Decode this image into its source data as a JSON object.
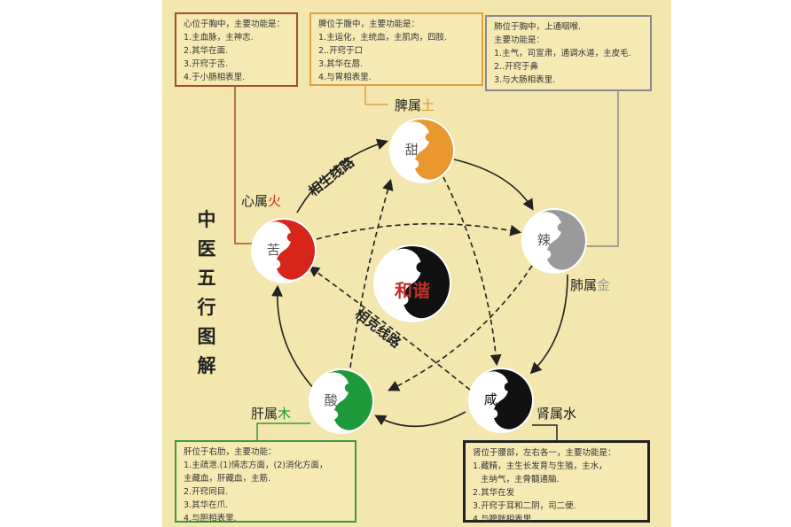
{
  "title": "中医五行图解",
  "center": {
    "label": "和谐",
    "color": "#c0302a"
  },
  "paths": {
    "generating": "相生线路",
    "restraining": "相克线路"
  },
  "organs": [
    {
      "id": "spleen",
      "name": "脾属",
      "element": "土",
      "taste": "甜",
      "color": "#e8982e",
      "border": "#e0a040",
      "text": "脾位于腹中，主要功能是：\n1.主运化，主统血，主肌肉，四肢.\n2..开窍于口\n3.其华在唇.\n4.与胃相表里."
    },
    {
      "id": "heart",
      "name": "心属",
      "element": "火",
      "taste": "苦",
      "color": "#d8251c",
      "border": "#a0502a",
      "text": "心位于胸中，主要功能是：\n1.主血脉，主神志.\n2.其华在面.\n3.开窍于舌.\n4.于小肠相表里."
    },
    {
      "id": "lung",
      "name": "肺属",
      "element": "金",
      "taste": "辣",
      "color": "#9a9a9a",
      "border": "#8a8a8a",
      "text": "肺位于胸中，上通咽喉.\n主要功能是：\n1.主气，司宣肃，通调水道，主皮毛.\n2..开窍于鼻\n3.与大肠相表里."
    },
    {
      "id": "liver",
      "name": "肝属",
      "element": "木",
      "taste": "酸",
      "color": "#1e9a3a",
      "border": "#3c9a3c",
      "text": "肝位于右肋，主要功能：\n1.主疏泄.(1)情志方面，(2)消化方面，\n主藏血，肝藏血，主筋.\n2.开窍同目.\n3.其华在爪.\n4.与胆相表里."
    },
    {
      "id": "kidney",
      "name": "肾属",
      "element": "水",
      "taste": "咸",
      "color": "#111111",
      "border": "#222222",
      "text": "肾位于腰部，左右各一，主要功能是：\n1.藏精，主生长发育与生殖，主水，\n   主纳气，主骨髓通脑.\n2.其华在发\n3.开窍于耳和二阴，司二便.\n4.与膀胱相表里."
    }
  ]
}
